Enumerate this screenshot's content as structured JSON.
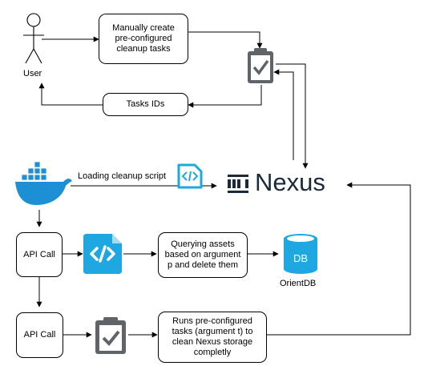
{
  "actor": {
    "label": "User"
  },
  "boxes": {
    "manual_create": "Manually create\npre-configured\ncleanup tasks",
    "task_ids": "Tasks IDs",
    "api_call_1": "API Call",
    "api_call_2": "API Call",
    "querying": "Querying assets\nbased on argument\np and delete them",
    "runs": "Runs pre-configured\ntasks (argument t) to\nclean Nexus storage\ncompletly"
  },
  "edges": {
    "loading_script": "Loading cleanup script"
  },
  "nexus": {
    "wordmark": "Nexus"
  },
  "database": {
    "icon_text": "DB",
    "label": "OrientDB"
  },
  "colors": {
    "docker": "#1D8FD4",
    "code": "#1EA7E1",
    "task": "#5F6468",
    "nexus": "#1B2A3B",
    "db": "#1EA7E1"
  },
  "icons": [
    "user-actor-icon",
    "clipboard-check-icon",
    "docker-whale-icon",
    "code-file-icon",
    "nexus-logo-icon",
    "database-icon"
  ]
}
